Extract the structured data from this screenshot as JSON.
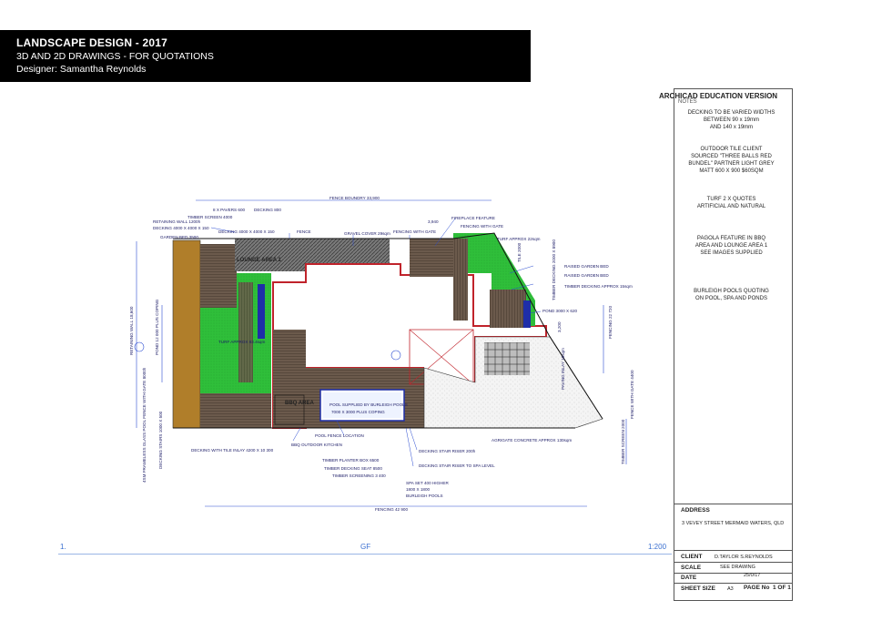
{
  "header": {
    "title": "LANDSCAPE DESIGN - 2017",
    "subtitle": "3D AND 2D DRAWINGS  - FOR QUOTATIONS",
    "designer": "Designer: Samantha Reynolds"
  },
  "title_block": {
    "watermark": "ARCHICAD EDUCATION VERSION",
    "notes_label": "NOTES",
    "notes": [
      [
        "DECKING TO BE VARIED WIDTHS",
        "BETWEEN 90 x 19mm",
        "AND 140 x 19mm"
      ],
      [
        "OUTDOOR TILE CLIENT",
        "SOURCED \"THREE BALLS RED",
        "BUNDEL\" PARTNER LIGHT GREY",
        "MATT 600 X 900 $60SQM"
      ],
      [
        "TURF 2 X QUOTES",
        "ARTIFICIAL AND NATURAL"
      ],
      [
        "PAGOLA FEATURE IN BBQ",
        "AREA AND LOUNGE AREA 1",
        "SEE IMAGES SUPPLIED"
      ],
      [
        "BURLEIGH POOLS QUOTING",
        "ON POOL, SPA AND PONDS"
      ]
    ],
    "address_label": "ADDRESS",
    "address": "3 VEVEY STREET MERMAID WATERS, QLD",
    "client_label": "CLIENT",
    "client": "D.TAYLOR  S.REYNOLDS",
    "scale_label": "SCALE",
    "scale": "SEE DRAWING",
    "date_label": "DATE",
    "date": "25/0/17",
    "sheet_label": "SHEET SIZE",
    "sheet": "A3",
    "page_label": "PAGE No",
    "page": "1 OF 1"
  },
  "plan": {
    "labels": {
      "fence_boundry": "FENCE BOUNDRY 33,900",
      "pavers": "8 X PAVERS 600",
      "decking_800": "DECKING 800",
      "timber_screen": "TIMBER SCREEN 4000",
      "retaining_1200": "RETAINING WALL 1200h",
      "decking_4000a": "DECKING 4000 X 4000 X 150",
      "decking_4000b": "DECKING 4000 X 4000 X 150",
      "garden_bed": "GARDEN BED 3500",
      "fence": "FENCE",
      "gravel": "GRAVEL COVER 29sqm",
      "fencing_gate_1": "FENCING WITH GATE",
      "fireplace": "FIREPLACE FEATURE",
      "dim_3940": "3,940",
      "fencing_gate_2": "FENCING WITH GATE",
      "turf_22": "TURF APPROX 22sqm",
      "lounge": "LOUNGE AREA 1",
      "tile": "TILE 2000",
      "timber_decking_side": "TIMBER DECKING 2000 X 8900",
      "raised_1": "RAISED GARDEN BED",
      "raised_2": "RAISED GARDEN BED",
      "timber_decking_15": "TIMBER DECKING APPROX 15sqm",
      "pond_3000": "POND 3000 X 620",
      "retaining_wall": "RETAINING WALL 18,600",
      "pond_12000": "POND 12 000 PLUS COPING",
      "turf_83": "TURF APPROX 83.4sqm",
      "dim_3200": "3,200",
      "fencing_22": "FENCING 22 720",
      "paving": "PAVING INLAY 16sqm",
      "glass_pool_fence": "4SM FRAMELESS GLASS POOL FENCE WITH GATE 8000h",
      "decking_stairs": "DECKING STAIRS 1000 X 500",
      "bbq_area": "BBQ AREA",
      "pool": "POOL SUPPLIED BY BURLEIGH POOLS",
      "pool_size": "7000 X 3000 PLUS COPING",
      "fence_with_gate": "FENCE WITH GATE 4400",
      "timber_screen_2": "TIMBER SCREEN 2000",
      "pool_fence_loc": "POOL FENCE LOCATION",
      "aggregate": "AGRIGATE CONCRETE APPROX 130sqm",
      "decking_tile": "DECKING WITH TILE INLAY 4200 X 10 300",
      "bbq_kitchen": "BBQ OUTDOOR KITCHEN",
      "stair_riser_200": "DECKING STAIR RISER 200h",
      "planter": "TIMBER PLANTER BOX 6500",
      "stair_riser_spa": "DECKING STAIR RISER TO SPA LEVEL",
      "decking_seat": "TIMBER DECKING SEAT 8500",
      "screening": "TIMBER SCREENING 3 400",
      "spa_1": "SPA SET 400 HIGHER",
      "spa_2": "1800 X 1800",
      "spa_3": "BURLEIGH POOLS",
      "fencing_42": "FENCING 42 900"
    }
  },
  "footer": {
    "view_no": "1.",
    "level": "GF",
    "scale": "1:200"
  },
  "colors": {
    "header_bg": "#000000",
    "turf": "#2fbf3a",
    "decking": "#6b5a4c",
    "wall": "#c0232b",
    "pond": "#1e2ea8",
    "dimension": "#2a4bd0",
    "footer_text": "#3a6fd0"
  }
}
